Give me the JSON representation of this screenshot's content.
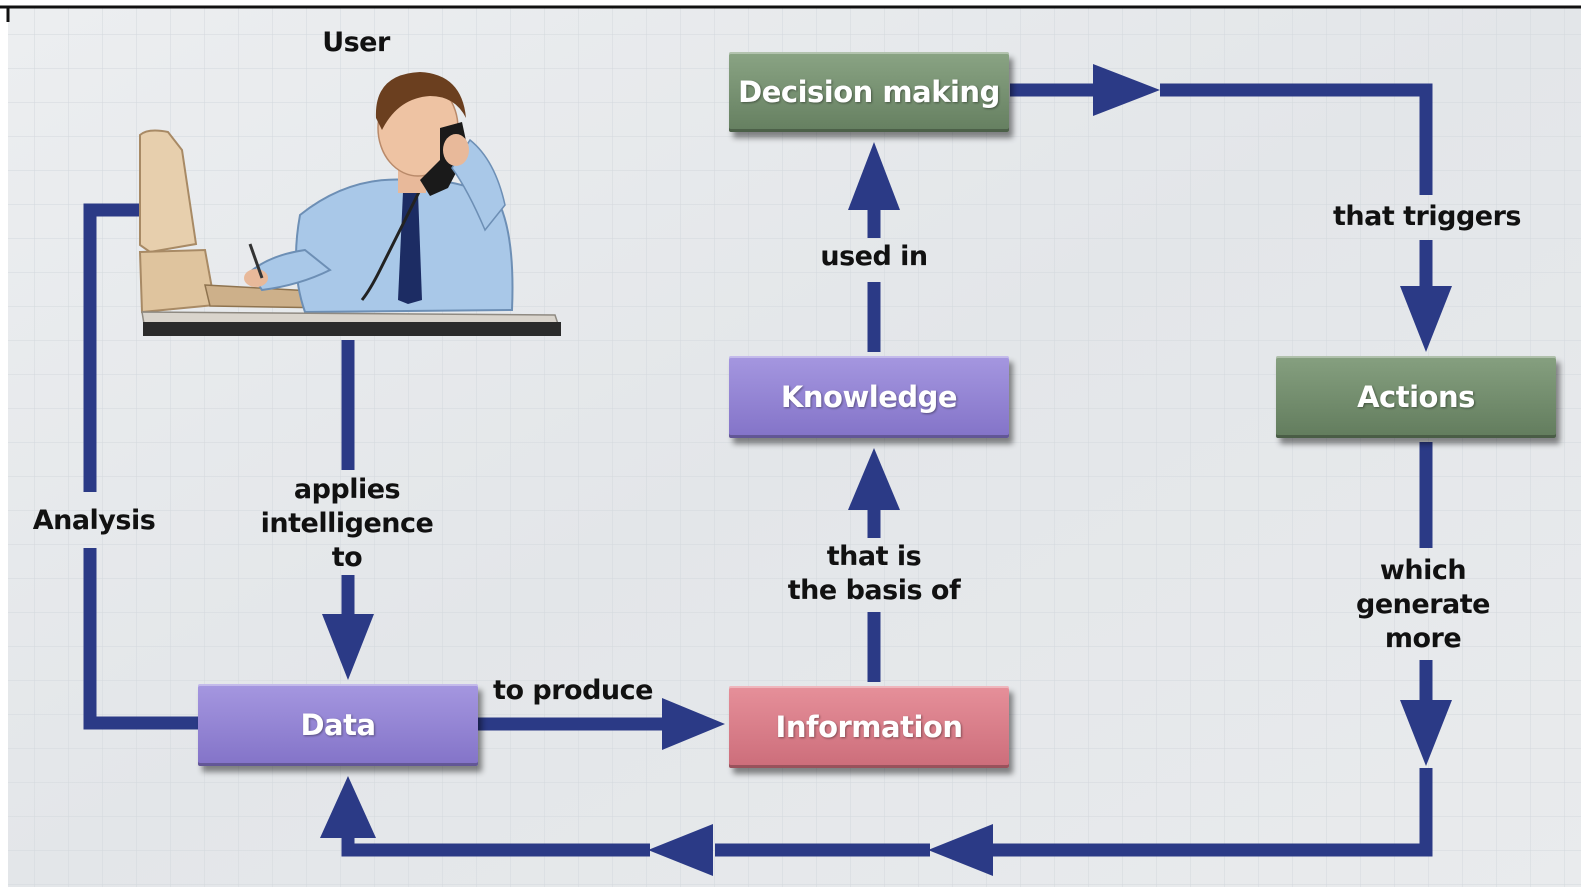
{
  "nodes": {
    "decision_making": "Decision making",
    "knowledge": "Knowledge",
    "actions": "Actions",
    "data": "Data",
    "information": "Information"
  },
  "user_label": "User",
  "edge_labels": {
    "analysis": "Analysis",
    "applies_intelligence": "applies\nintelligence\nto",
    "to_produce": "to produce",
    "basis_of": "that is\nthe basis of",
    "used_in": "used in",
    "triggers": "that triggers",
    "generate_more": "which\ngenerate\nmore"
  },
  "colors": {
    "arrow": "#2b3a86",
    "green_box": "#6f8a6a",
    "purple_box": "#8f80d2",
    "pink_box": "#d77a86",
    "background": "#e4e7ea"
  }
}
